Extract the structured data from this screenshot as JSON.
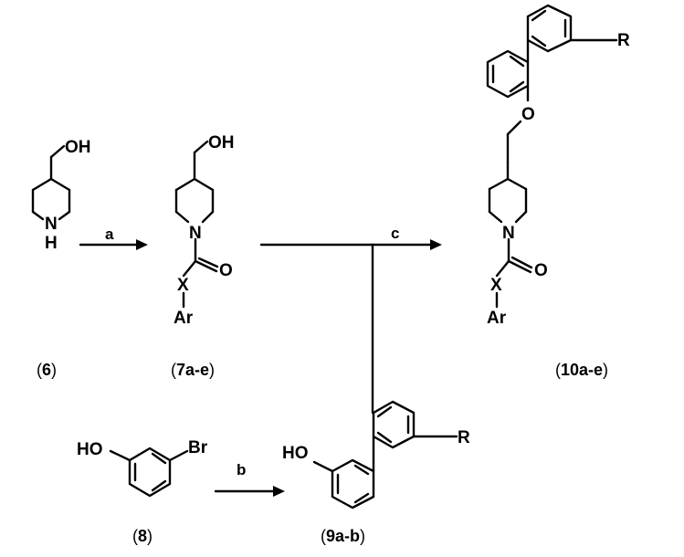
{
  "compounds": {
    "c6": "6",
    "c7": "7a-e",
    "c8": "8",
    "c9": "9a-b",
    "c10": "10a-e"
  },
  "reagents": {
    "a": "a",
    "b": "b",
    "c": "c"
  },
  "atoms": {
    "oh": "OH",
    "ho": "HO",
    "n": "N",
    "h": "H",
    "o": "O",
    "x": "X",
    "ar": "Ar",
    "br": "Br",
    "r": "R"
  }
}
